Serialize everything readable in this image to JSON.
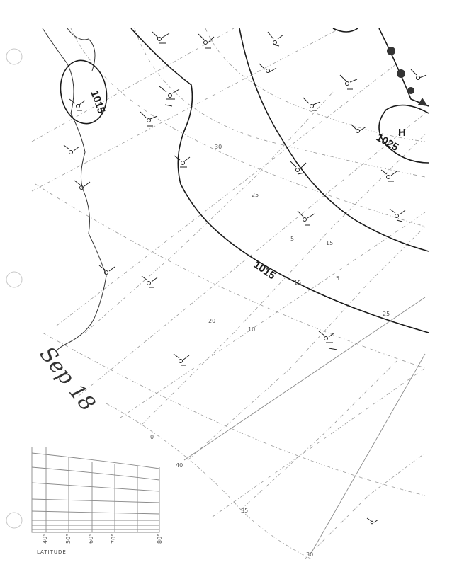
{
  "map": {
    "isobar_labels": [
      "1015",
      "1015",
      "1025"
    ],
    "pressure_center": "H",
    "handwritten_date": "Sep 18",
    "scale_title": "LATITUDE",
    "scale_ticks": [
      "40°",
      "50°",
      "60°",
      "70°",
      "80°"
    ],
    "grid_numbers": {
      "g30": "30",
      "g25": "25",
      "g20": "20",
      "g15a": "15",
      "g15b": "15",
      "g10": "10",
      "g5a": "5",
      "g5b": "5",
      "g25b": "25",
      "g0": "0",
      "g40": "40",
      "g35": "35",
      "g30b": "30"
    },
    "colors": {
      "ink": "#1a1a1a",
      "grid": "#9a9a9a",
      "paper": "#ffffff"
    }
  }
}
